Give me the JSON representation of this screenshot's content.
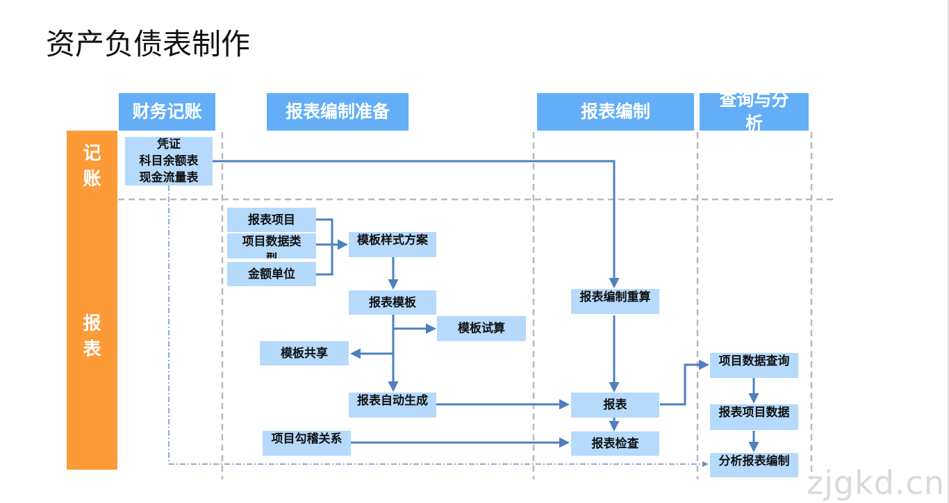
{
  "title": "资产负债表制作",
  "phases": {
    "finance": "财务记账",
    "prep": "报表编制准备",
    "compile": "报表编制",
    "query": "查询与分析"
  },
  "sidebar": {
    "top": "记账",
    "bottom": "报表"
  },
  "nodes": {
    "voucher": "凭证\n科目余额表\n现金流量表",
    "report_item": "报表项目",
    "item_data_type": "项目数据类型",
    "amount_unit": "金额单位",
    "template_style": "模板样式方案",
    "report_template": "报表模板",
    "template_trial": "模板试算",
    "template_share": "模板共享",
    "auto_generate": "报表自动生成",
    "item_check": "项目勾稽关系",
    "recompute": "报表编制重算",
    "report": "报表",
    "report_check": "报表检查",
    "item_data_query": "项目数据查询",
    "report_item_data": "报表项目数据",
    "analysis_report": "分析报表编制"
  },
  "colors": {
    "phase_header": "#63aef7",
    "sidebar": "#fb9a37",
    "node": "#b5dafc",
    "arrow": "#4e7fbf",
    "divider": "#b9b9b9"
  },
  "watermark": "zjgkd.cn"
}
